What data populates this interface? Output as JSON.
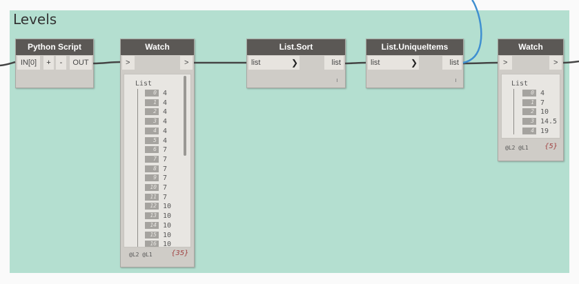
{
  "group": {
    "title": "Levels"
  },
  "python_node": {
    "title": "Python Script",
    "input_port": "IN[0]",
    "add_label": "+",
    "remove_label": "-",
    "output_port": "OUT"
  },
  "watch1": {
    "title": "Watch",
    "input_arrow": ">",
    "output_arrow": ">",
    "list_label": "List",
    "items": [
      {
        "i": "0",
        "v": "4"
      },
      {
        "i": "1",
        "v": "4"
      },
      {
        "i": "2",
        "v": "4"
      },
      {
        "i": "3",
        "v": "4"
      },
      {
        "i": "4",
        "v": "4"
      },
      {
        "i": "5",
        "v": "4"
      },
      {
        "i": "6",
        "v": "7"
      },
      {
        "i": "7",
        "v": "7"
      },
      {
        "i": "8",
        "v": "7"
      },
      {
        "i": "9",
        "v": "7"
      },
      {
        "i": "10",
        "v": "7"
      },
      {
        "i": "11",
        "v": "7"
      },
      {
        "i": "12",
        "v": "10"
      },
      {
        "i": "13",
        "v": "10"
      },
      {
        "i": "14",
        "v": "10"
      },
      {
        "i": "15",
        "v": "10"
      },
      {
        "i": "16",
        "v": "10"
      }
    ],
    "levels": "@L2 @L1",
    "count": "{35}"
  },
  "sort_node": {
    "title": "List.Sort",
    "input_port": "list",
    "arrow": "❯",
    "output_port": "list"
  },
  "unique_node": {
    "title": "List.UniqueItems",
    "input_port": "list",
    "arrow": "❯",
    "output_port": "list"
  },
  "watch2": {
    "title": "Watch",
    "input_arrow": ">",
    "output_arrow": ">",
    "list_label": "List",
    "items": [
      {
        "i": "0",
        "v": "4"
      },
      {
        "i": "1",
        "v": "7"
      },
      {
        "i": "2",
        "v": "10"
      },
      {
        "i": "3",
        "v": "14.5"
      },
      {
        "i": "4",
        "v": "19"
      }
    ],
    "levels": "@L2 @L1",
    "count": "{5}"
  },
  "colors": {
    "group_bg": "#b4dfd0",
    "node_header": "#5b5855",
    "node_body": "#cfccc7",
    "wire": "#444444",
    "selected_wire": "#3f8fd0"
  }
}
